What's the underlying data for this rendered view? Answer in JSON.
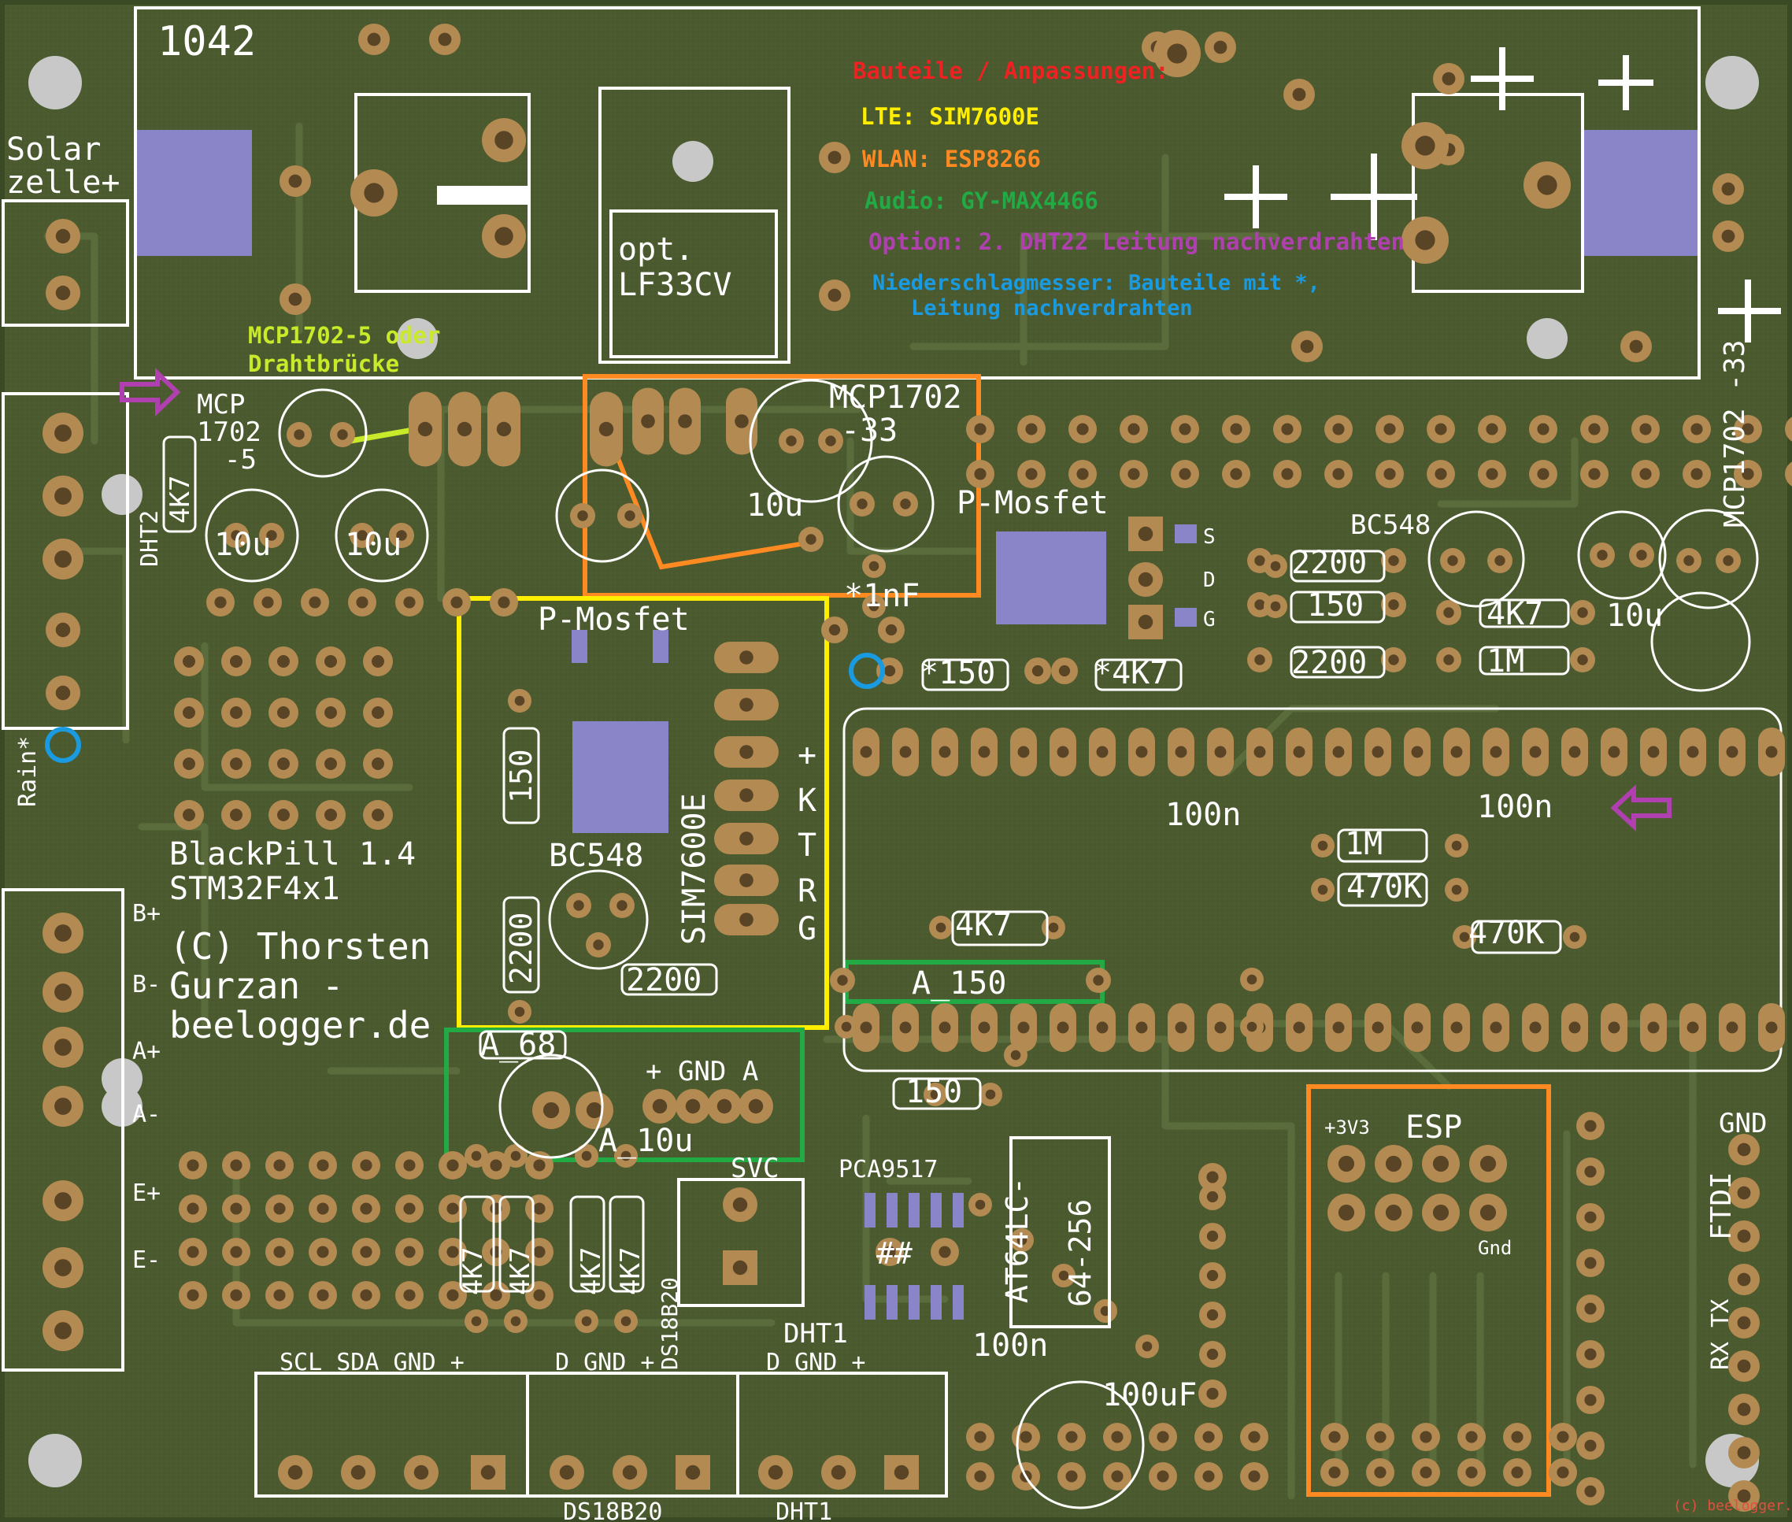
{
  "board": {
    "number": "1042",
    "copyright": "(c) beelogger.de",
    "colors": {
      "pcb": "#4a5a2e",
      "pcb_dark": "#3a4a24",
      "trace": "#56683a",
      "pad": "#b38a52",
      "pad_center": "#5a4426",
      "pad_smd": "#8a84c8",
      "hole": "#c8c8c8",
      "silk": "#ffffff",
      "mark_orange": "#ff8a22",
      "mark_yellow": "#ffee00",
      "mark_green": "#22aa44",
      "mark_blue": "#1a9ae0",
      "mark_purple": "#b040b0",
      "mark_lime": "#c8ea2a"
    }
  },
  "notes": {
    "heading": "Bauteile / Anpassungen:",
    "lte": "LTE: SIM7600E",
    "wlan": "WLAN: ESP8266",
    "audio": "Audio: GY-MAX4466",
    "option": "Option: 2. DHT22 Leitung nachverdrahten",
    "rain_1": "Niederschlagmesser: Bauteile mit *,",
    "rain_2": "Leitung nachverdrahten",
    "mcp_1": "MCP1702-5 oder",
    "mcp_2": "Drahtbrücke"
  },
  "silkscreen": {
    "solar_1": "Solar",
    "solar_2": "zelle+",
    "opt_1": "opt.",
    "opt_2": "LF33CV",
    "mcp5_1": "MCP",
    "mcp5_2": "1702",
    "mcp5_3": "-5",
    "r_4k7": "4K7",
    "dht2": "DHT2",
    "c_10u": "10u",
    "mcp33_1": "MCP1702",
    "mcp33_2": "-33",
    "mcp_vertical": "MCP1702 -33",
    "pmosfet": "P-Mosfet",
    "pin_s": "S",
    "pin_d": "D",
    "pin_g": "G",
    "bc548": "BC548",
    "r_2200": "2200",
    "r_150": "150",
    "r_1m": "1M",
    "c_1nf": "*1nF",
    "r_150_star": "*150",
    "r_4k7_star": "*4K7",
    "rain": "Rain*",
    "blackpill_1": "BlackPill 1.4",
    "blackpill_2": "STM32F4x1",
    "author_1": "(C) Thorsten",
    "author_2": "Gurzan -",
    "author_3": "beelogger.de",
    "sim7600": "SIM7600E",
    "sim_plus": "+",
    "sim_k": "K",
    "sim_t": "T",
    "sim_r": "R",
    "sim_g": "G",
    "c_100n": "100n",
    "r_470k": "470K",
    "a150": "A_150",
    "a68": "A_68",
    "a10u": "A_10u",
    "plus_gnd_a": "+  GND  A",
    "b_plus": "B+",
    "b_minus": "B-",
    "a_plus": "A+",
    "a_minus": "A-",
    "e_plus": "E+",
    "e_minus": "E-",
    "pca": "PCA9517",
    "hash": "##",
    "at64_1": "AT64LC-",
    "at64_2": "64-256",
    "c_100uf": "100uF",
    "svc": "SVC",
    "ds18b20": "DS18B20",
    "dht1": "DHT1",
    "scl_row": "SCL SDA GND +",
    "d_gnd_plus": "D  GND  +",
    "esp": "ESP",
    "esp_3v3": "+3V3",
    "esp_gnd": "Gnd",
    "gnd": "GND",
    "ftdi": "FTDI",
    "rx_tx": "RX TX"
  }
}
